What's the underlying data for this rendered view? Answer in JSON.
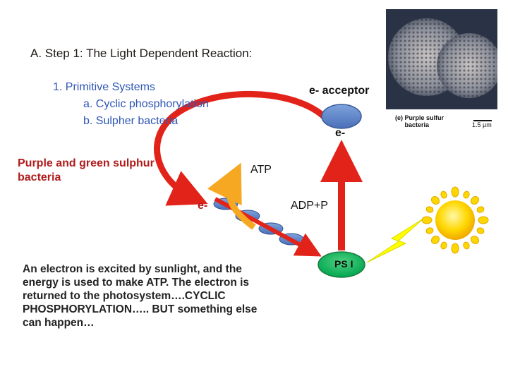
{
  "slide": {
    "title": "A. Step 1: The Light Dependent Reaction:",
    "outline": {
      "item1": "1. Primitive Systems",
      "item1a": "a.  Cyclic phosphorylation",
      "item1b": "b. Sulpher  bacteria"
    },
    "left_note": "Purple and green sulphur bacteria",
    "explanation": "An electron is excited by sunlight, and the energy is used to make ATP. The electron is returned to the photosystem….CYCLIC PHOSPHORYLATION….. BUT something else can happen…"
  },
  "diagram": {
    "acceptor_label": "e- acceptor",
    "electron_top": "e-",
    "electron_left": "e-",
    "atp": "ATP",
    "adp": "ADP+P",
    "photosystem": "PS I",
    "colors": {
      "arrow_red": "#e2231a",
      "acceptor_blue": "#5a85c8",
      "carrier_blue": "#4a6fb8",
      "ps_green": "#00a651",
      "atp_arrow": "#f7a823",
      "lightning": "#ffff00",
      "sun": "#ffd700"
    },
    "icons": [
      "sun-icon",
      "lightning-bolt-icon"
    ]
  },
  "photo": {
    "caption_prefix": "(e)",
    "caption": "Purple sulfur bacteria",
    "scale": "1.5 μm"
  }
}
